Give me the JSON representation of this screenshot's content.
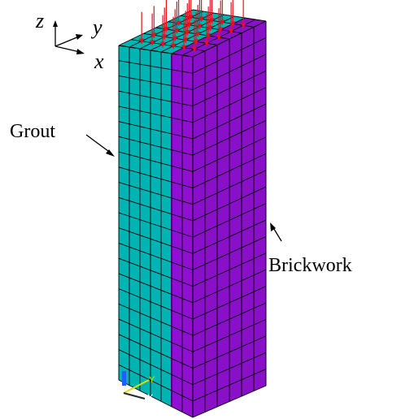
{
  "axes": {
    "z": "z",
    "y": "y",
    "x": "x"
  },
  "labels": {
    "grout": "Grout",
    "brickwork": "Brickwork"
  },
  "triad": {
    "y": "Y",
    "x": "X"
  },
  "colors": {
    "grout": "#00b4b4",
    "brickwork": "#8a0fc8",
    "brickwork_front": "#9010d2",
    "mesh_line": "#000000",
    "load_arrow": "#e8101e",
    "triad_y": "#d8e000",
    "triad_x": "#2060ff"
  }
}
